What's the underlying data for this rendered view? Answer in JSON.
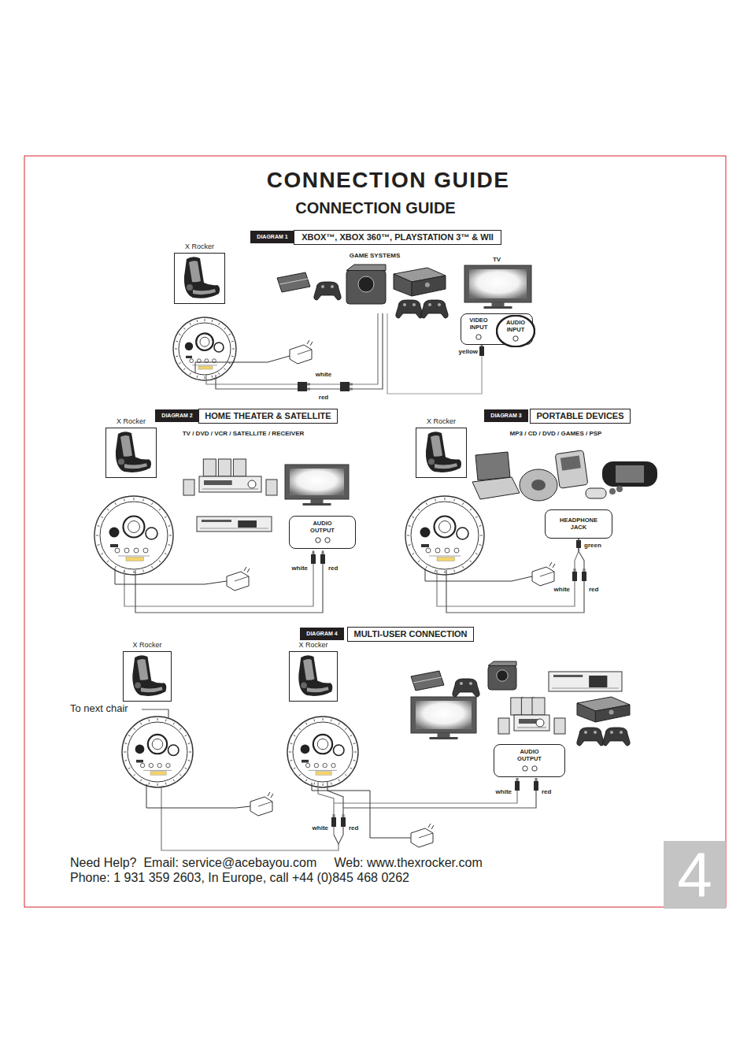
{
  "diagram": {
    "title": "CONNECTION GUIDE",
    "nodes": [
      {
        "text": [
          "DIAGRAM 1"
        ]
      },
      {
        "text": [
          "XBOX™,  XBOX 360™, PLAYSTATION 3™ & WII"
        ]
      },
      {
        "text": [
          "X Rocker"
        ]
      },
      {
        "text": [
          "VIDEO INPUT"
        ]
      },
      {
        "text": [
          "AUDIO INPUT"
        ],
        "in": 3
      },
      {
        "text": [
          "DIAGRAM 2"
        ]
      },
      {
        "text": [
          "HOME THEATER & SATELLITE"
        ]
      },
      {
        "text": [
          "X Rocker"
        ]
      },
      {
        "text": [
          "AUDIO OUTPUT"
        ]
      },
      {
        "text": [
          "DIAGRAM 3"
        ]
      },
      {
        "text": [
          "PORTABLE DEVICES"
        ]
      },
      {
        "text": [
          "X Rocker"
        ]
      },
      {
        "text": [
          "HEADPHONE JACK"
        ]
      },
      {
        "text": [
          "DIAGRAM 4"
        ]
      },
      {
        "text": [
          "MULTI-USER CONNECTION"
        ]
      },
      {
        "text": [
          "X Rocker"
        ]
      },
      {
        "text": [
          "X Rocker"
        ]
      },
      {
        "text": [
          "AUDIO OUTPUT"
        ]
      },
      {
        "text": [
          "4"
        ]
      }
    ],
    "labels": [
      "CONNECTION GUIDE",
      "GAME SYSTEMS",
      "TV",
      "yellow",
      "white",
      "red",
      "TV / DVD / VCR / SATELLITE / RECEIVER",
      "white",
      "red",
      "MP3 / CD / DVD / GAMES / PSP",
      "green",
      "white",
      "red",
      "To next chair",
      "white",
      "red",
      "white",
      "red",
      "Need Help?  Email: service@acebayou.com     Web: www.thexrocker.com",
      "Phone: 1 931 359 2603, In Europe, call +44 (0)845 468 0262"
    ]
  }
}
